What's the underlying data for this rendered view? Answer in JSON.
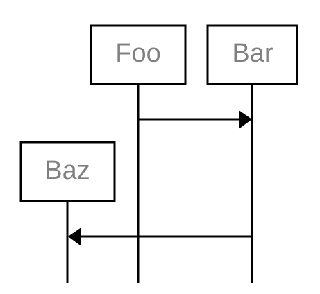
{
  "diagram": {
    "type": "sequence",
    "participants": [
      {
        "id": "foo",
        "label": "Foo"
      },
      {
        "id": "bar",
        "label": "Bar"
      },
      {
        "id": "baz",
        "label": "Baz"
      }
    ],
    "messages": [
      {
        "from": "foo",
        "to": "bar",
        "label": ""
      },
      {
        "from": "bar",
        "to": "baz",
        "label": ""
      }
    ],
    "colors": {
      "stroke": "#000000",
      "label_text": "#808080",
      "background": "#ffffff"
    }
  }
}
